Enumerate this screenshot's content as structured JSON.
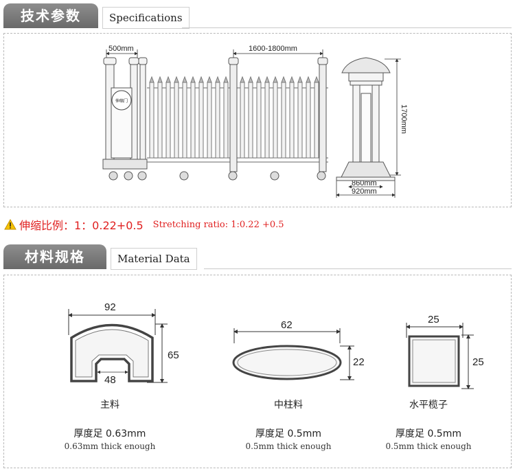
{
  "spec_section": {
    "title": "技术参数",
    "subtitle": "Specifications"
  },
  "diagram": {
    "dim_pillar_width": "500mm",
    "dim_panel_width": "1600-1800mm",
    "dim_height": "1700mm",
    "dim_base_inner": "860mm",
    "dim_base_outer": "920mm",
    "control_box_text": "伸缩门"
  },
  "ratio": {
    "icon": "warning-icon",
    "cn_text": "伸缩比例：1：0.22+0.5",
    "en_text": "Stretching ratio: 1:0.22 +0.5",
    "color": "#e02020"
  },
  "material_section": {
    "title": "材料规格",
    "subtitle": "Material Data"
  },
  "profiles": [
    {
      "name": "主料",
      "dim_top": "92",
      "dim_side": "65",
      "dim_inner": "48",
      "thickness_cn": "厚度足 0.63mm",
      "thickness_en": "0.63mm thick enough"
    },
    {
      "name": "中柱料",
      "dim_top": "62",
      "dim_side": "22",
      "thickness_cn": "厚度足 0.5mm",
      "thickness_en": "0.5mm thick enough"
    },
    {
      "name": "水平榄子",
      "dim_top": "25",
      "dim_side": "25",
      "thickness_cn": "厚度足 0.5mm",
      "thickness_en": "0.5mm thick enough"
    }
  ]
}
